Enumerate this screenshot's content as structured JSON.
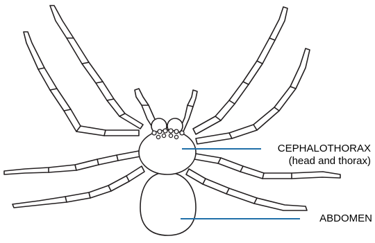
{
  "labels": {
    "cephalothorax": "CEPHALOTHORAX",
    "cephalothorax_sub": "(head and thorax)",
    "abdomen": "ABDOMEN"
  },
  "colors": {
    "outline": "#231f20",
    "leader_line": "#1f6fa8",
    "text": "#000000"
  }
}
